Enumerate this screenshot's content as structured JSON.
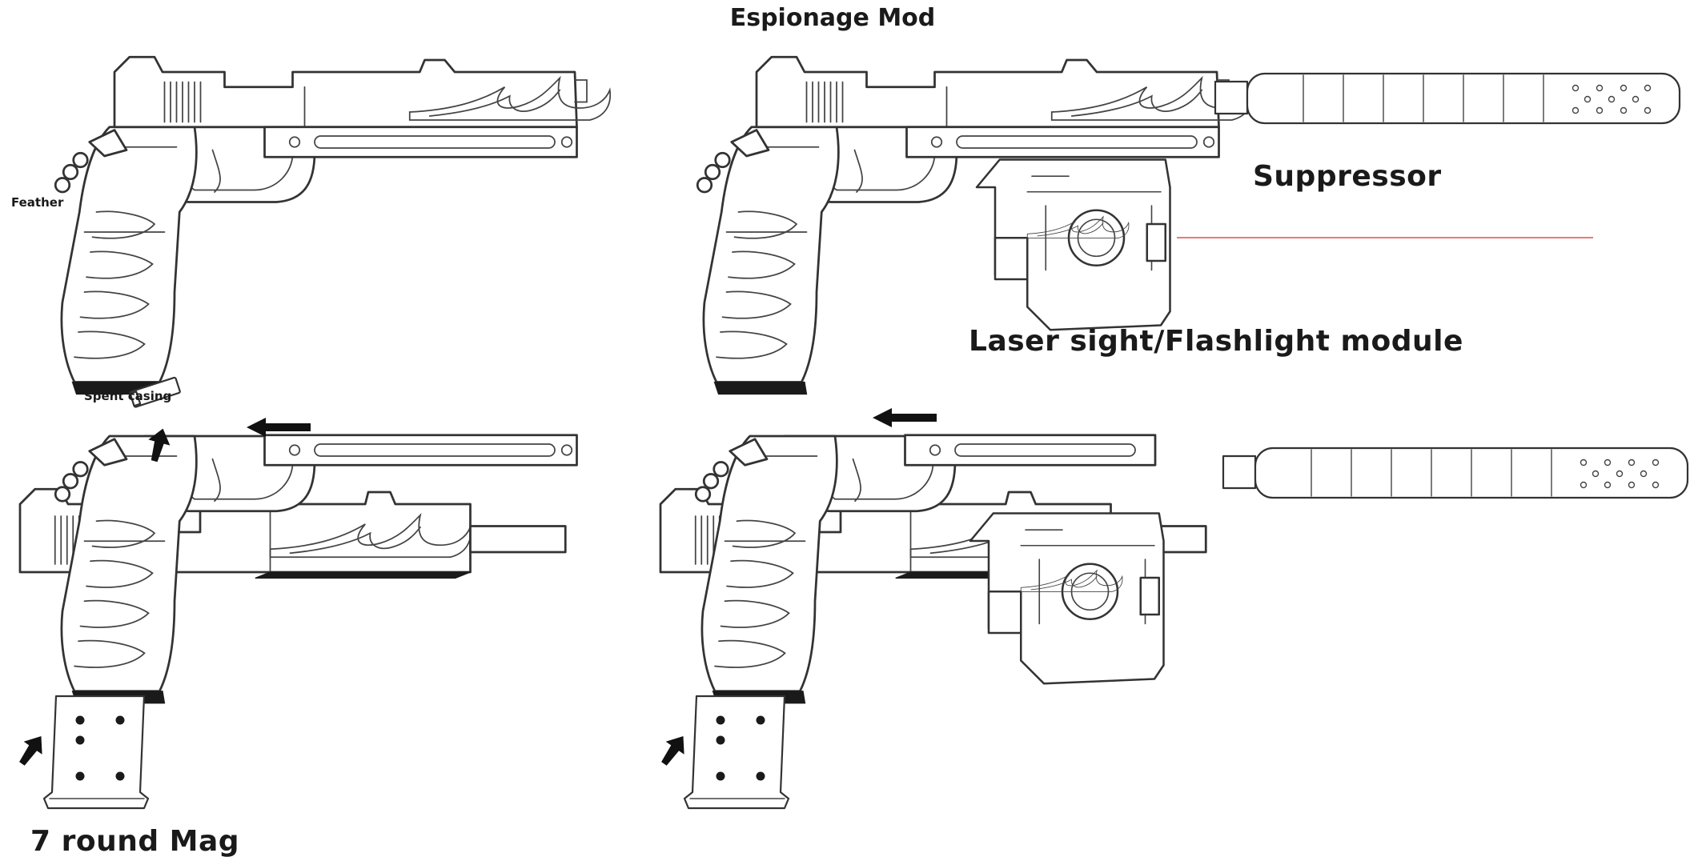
{
  "title": "Espionage Mod",
  "labels": {
    "feather": "Feather",
    "suppressor": "Suppressor",
    "laser_module": "Laser sight/Flashlight module",
    "spent_casing": "Spent casing",
    "mag": "7 round Mag"
  },
  "colors": {
    "line": "#333333",
    "laser": "#e03030",
    "arrow": "#111111",
    "background": "#ffffff"
  },
  "icons": [
    "arrow-left-icon",
    "arrow-up-icon",
    "flame-engraving"
  ]
}
